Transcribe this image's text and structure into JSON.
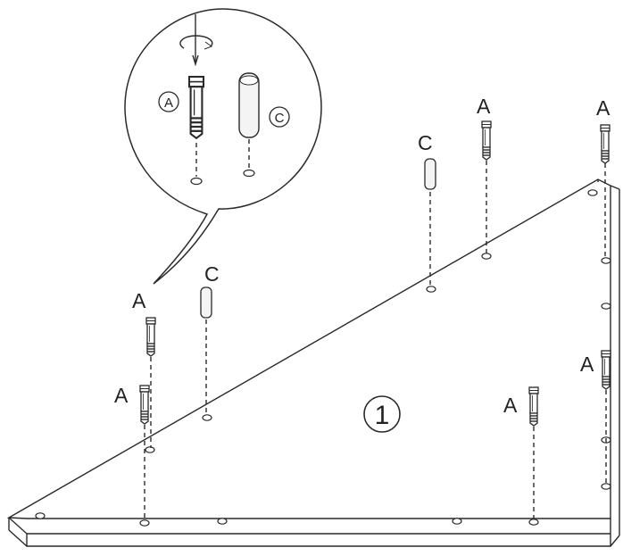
{
  "step_number": "1",
  "parts": {
    "cam_bolt_label": "A",
    "dowel_label": "C"
  },
  "callout": {
    "bolt_label": "A",
    "dowel_label": "C"
  },
  "colors": {
    "ink": "#2a2a2a",
    "background": "#ffffff",
    "dowel_fill": "#f4f4f4"
  }
}
